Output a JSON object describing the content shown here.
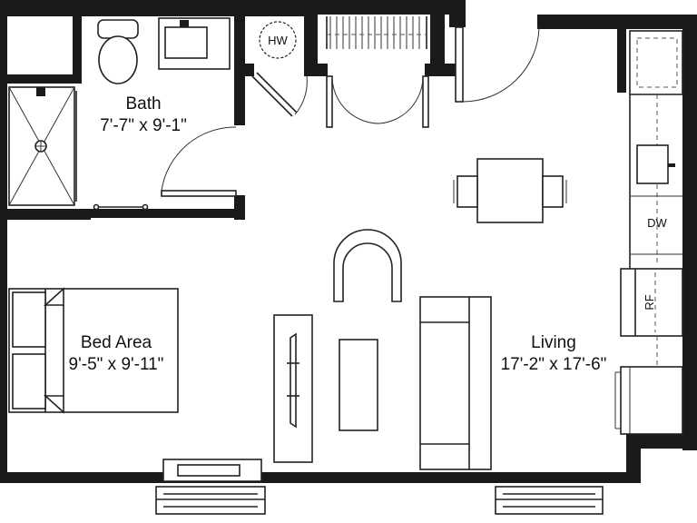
{
  "rooms": {
    "bath": {
      "name": "Bath",
      "size": "7'-7\" x 9'-1\""
    },
    "bed": {
      "name": "Bed Area",
      "size": "9'-5\" x 9'-11\""
    },
    "living": {
      "name": "Living",
      "size": "17'-2\" x 17'-6\""
    }
  },
  "fixtures": {
    "water_heater": "HW",
    "dishwasher": "DW",
    "refrigerator": "RF"
  }
}
